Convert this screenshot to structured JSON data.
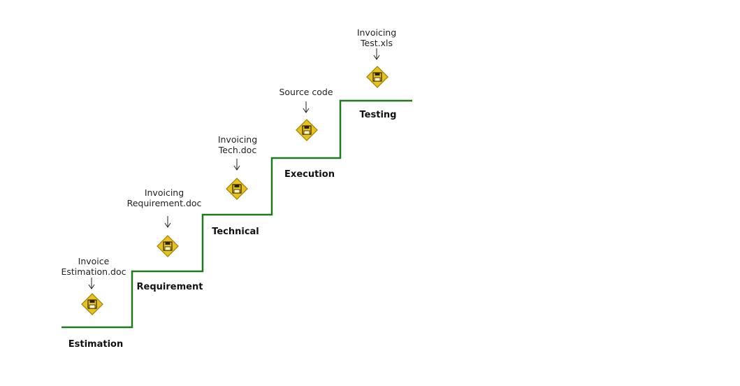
{
  "diagram": {
    "stages": [
      {
        "name": "Estimation",
        "document": [
          "Invoice",
          "Estimation.doc"
        ]
      },
      {
        "name": "Requirement",
        "document": [
          "Invoicing",
          "Requirement.doc"
        ]
      },
      {
        "name": "Technical",
        "document": [
          "Invoicing",
          "Tech.doc"
        ]
      },
      {
        "name": "Execution",
        "document": [
          "Source code"
        ]
      },
      {
        "name": "Testing",
        "document": [
          "Invoicing",
          "Test.xls"
        ]
      }
    ],
    "colors": {
      "staircase": "#1f7a1f",
      "icon_fill": "#e8c21a",
      "icon_border": "#9c7f08"
    },
    "icon": "disk-save-icon"
  }
}
